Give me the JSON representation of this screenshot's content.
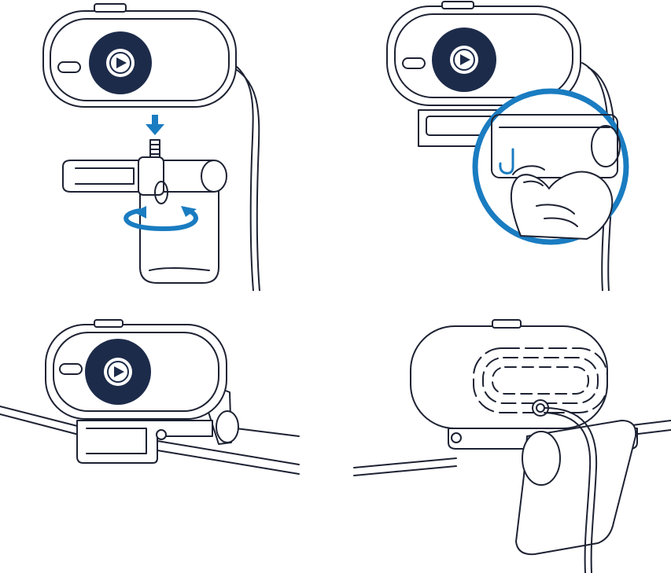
{
  "illustration": {
    "steps": [
      {
        "id": "attach-camera-to-mount",
        "actions": [
          "insert-screw",
          "rotate-to-tighten"
        ]
      },
      {
        "id": "remove-lens-film",
        "actions": [
          "peel-tab"
        ]
      },
      {
        "id": "mount-on-monitor-front",
        "actions": []
      },
      {
        "id": "mount-on-monitor-back",
        "actions": [
          "connect-cable"
        ]
      }
    ]
  },
  "colors": {
    "line": "#1d2233",
    "lens_ring": "#1d2b4a",
    "accent": "#1a7cc1",
    "background": "#ffffff"
  },
  "icons": [
    "brand-logo-icon",
    "down-arrow-icon",
    "rotate-arrow-icon",
    "magnify-circle-icon"
  ]
}
